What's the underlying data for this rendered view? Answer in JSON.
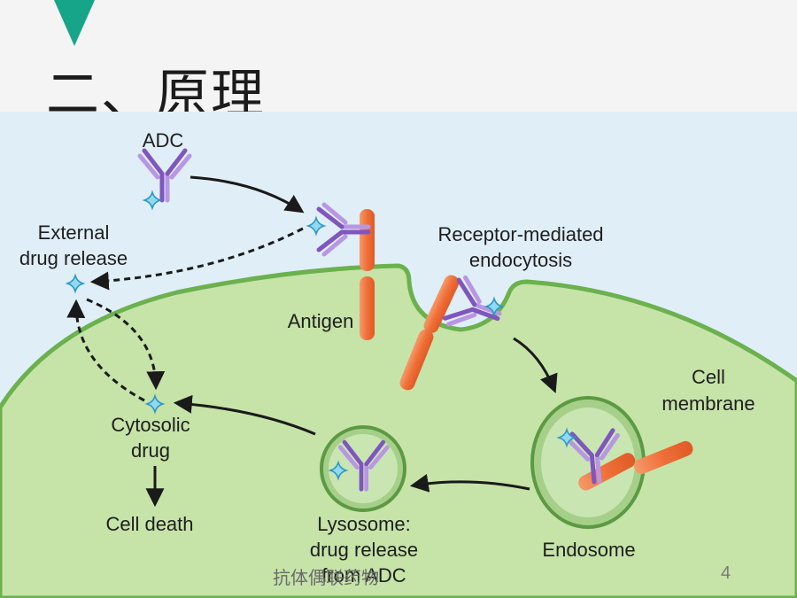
{
  "slide": {
    "title": "二、原理",
    "footer": "抗体偶联药物",
    "page_number": "4",
    "accent_color": "#17a589"
  },
  "figure": {
    "labels": {
      "adc": "ADC",
      "external_drug_release_1": "External",
      "external_drug_release_2": "drug release",
      "receptor_mediated_1": "Receptor-mediated",
      "receptor_mediated_2": "endocytosis",
      "antigen": "Antigen",
      "cell_membrane_1": "Cell",
      "cell_membrane_2": "membrane",
      "cytosolic_1": "Cytosolic",
      "cytosolic_2": "drug",
      "cell_death": "Cell death",
      "lysosome_1": "Lysosome:",
      "lysosome_2": "drug release",
      "lysosome_3": "from ADC",
      "endosome": "Endosome"
    },
    "colors": {
      "background": "#e0eef8",
      "cell": "#c6e3a8",
      "cell_border": "#6bb14e",
      "antibody": "#9a6fd0",
      "antigen": "#f07b45",
      "drug": "#59c4e6"
    }
  }
}
